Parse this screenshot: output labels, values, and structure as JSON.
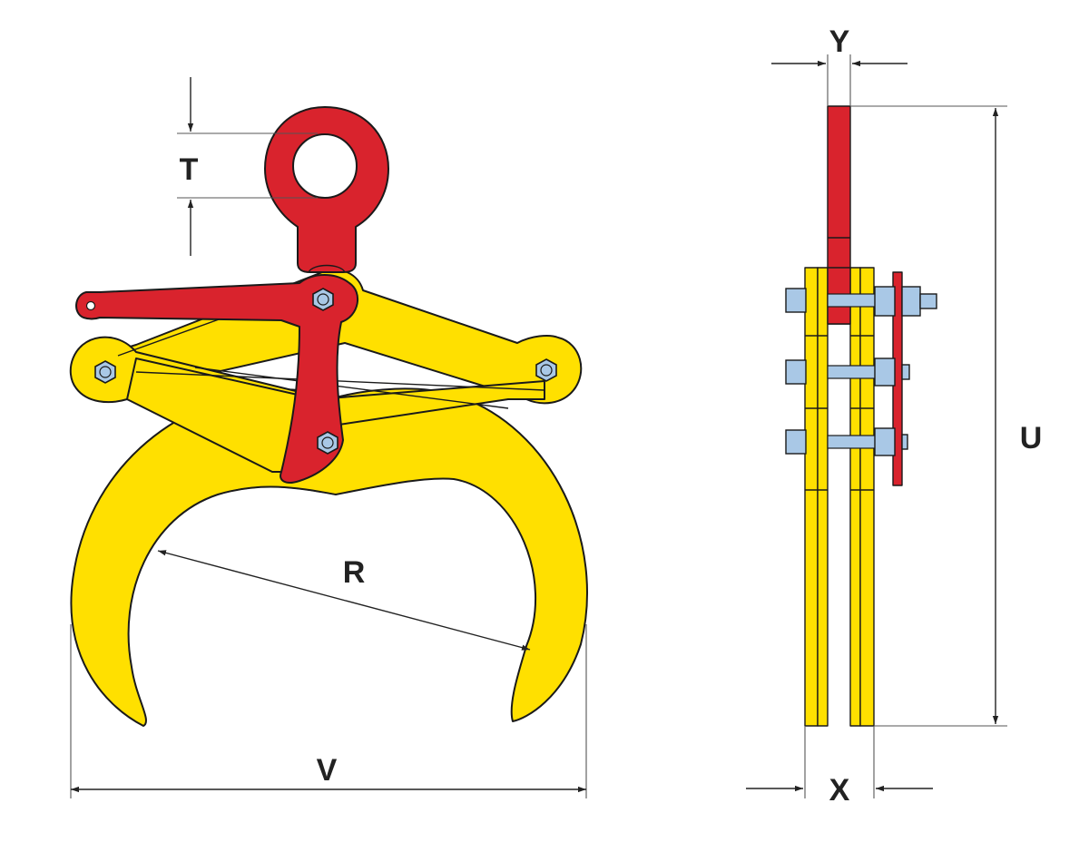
{
  "colors": {
    "jaw": "#ffe000",
    "lever": "#d9232d",
    "bolt": "#a9c8e6",
    "outline": "#1a1a1a",
    "dimension": "#222222"
  },
  "front_view": {
    "dimensions": {
      "T": "T",
      "R": "R",
      "V": "V"
    },
    "bolt_icon": "hex-bolt-icon"
  },
  "side_view": {
    "dimensions": {
      "Y": "Y",
      "U": "U",
      "X": "X"
    },
    "bolt_icon": "bolt-shank-icon"
  }
}
